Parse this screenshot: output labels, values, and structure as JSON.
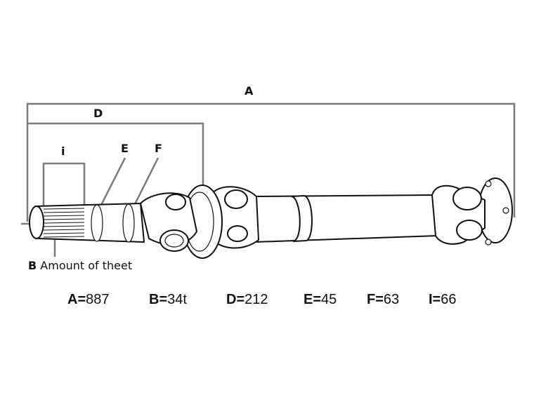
{
  "dimension_labels": {
    "A": "A",
    "D": "D",
    "i": "i",
    "E": "E",
    "F": "F"
  },
  "callout": {
    "key": "B",
    "text": "Amount of theet"
  },
  "specs": [
    {
      "key": "A=",
      "value": "887"
    },
    {
      "key": "B=",
      "value": "34t"
    },
    {
      "key": "D=",
      "value": "212"
    },
    {
      "key": "E=",
      "value": "45"
    },
    {
      "key": "F=",
      "value": "63"
    },
    {
      "key": "I=",
      "value": "66"
    }
  ],
  "colors": {
    "dimension_line": "#7a7a7a",
    "outline": "#111111",
    "background": "#ffffff"
  }
}
